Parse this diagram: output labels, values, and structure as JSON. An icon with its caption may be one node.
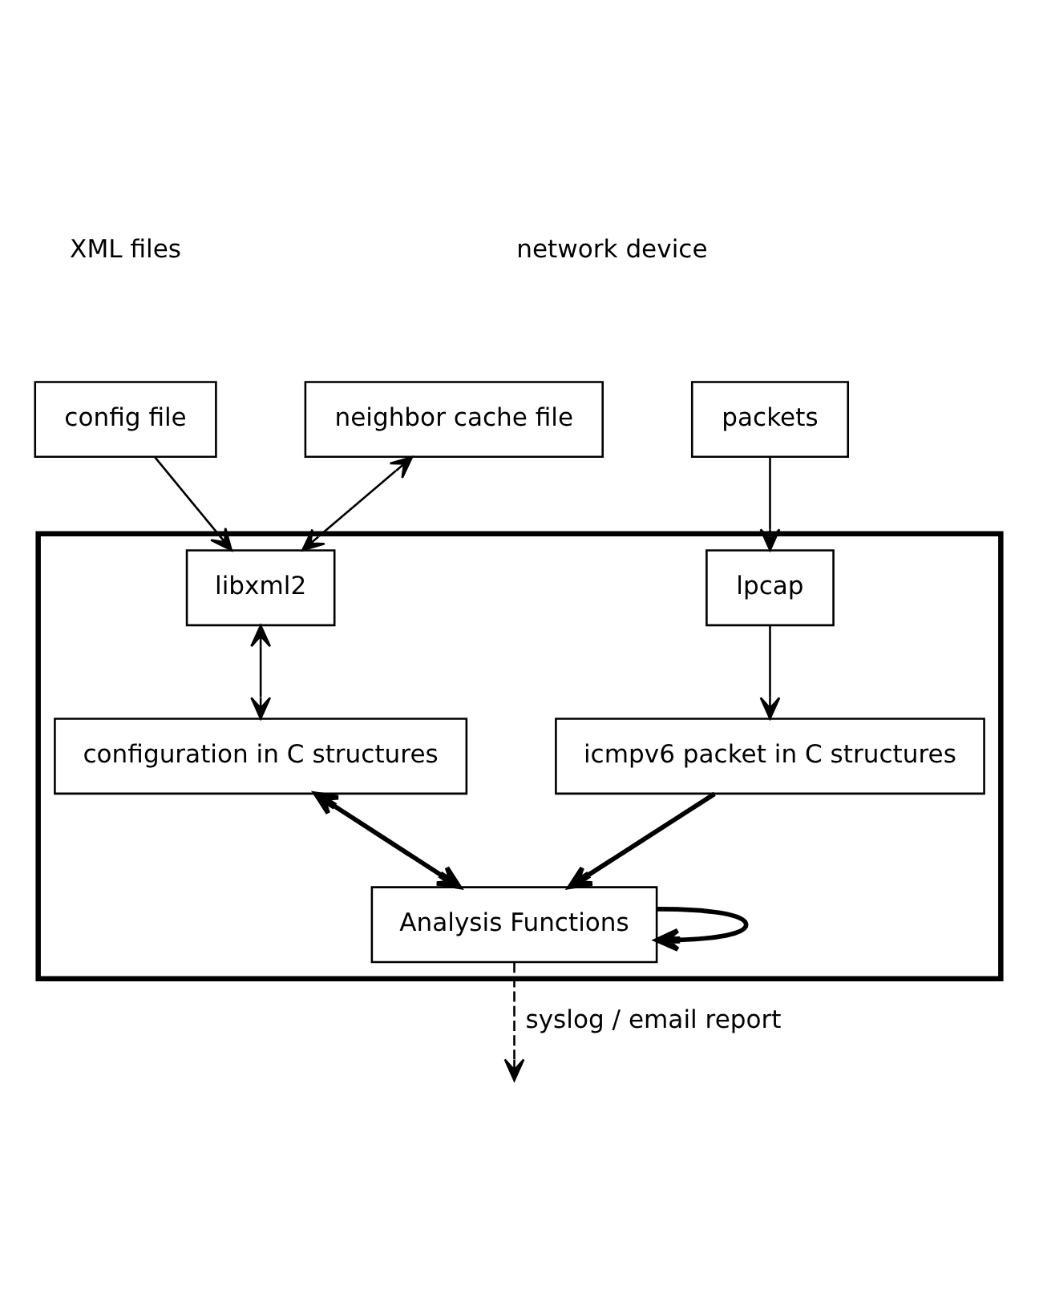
{
  "diagram": {
    "nodes": [
      {
        "text": [],
        "shape": "box"
      },
      {
        "text": [
          "config file"
        ]
      },
      {
        "text": [
          "neighbor cache file"
        ]
      },
      {
        "text": [
          "packets"
        ]
      },
      {
        "text": [
          "libxml2"
        ],
        "in": 0
      },
      {
        "text": [
          "lpcap"
        ],
        "in": 0
      },
      {
        "text": [
          "configuration in C structures"
        ],
        "in": 0
      },
      {
        "text": [
          "icmpv6 packet in C structures"
        ],
        "in": 0
      },
      {
        "text": [
          "Analysis Functions"
        ],
        "in": 0
      }
    ],
    "edges": [
      {
        "from": 1,
        "to": 4,
        "arrow": "to"
      },
      {
        "from": 2,
        "to": 4,
        "arrow": "both"
      },
      {
        "from": 3,
        "to": 5,
        "arrow": "to"
      },
      {
        "from": 4,
        "to": 6,
        "arrow": "both"
      },
      {
        "from": 5,
        "to": 7,
        "arrow": "to"
      },
      {
        "from": 6,
        "to": 8,
        "arrow": "both",
        "style": "thick"
      },
      {
        "from": 7,
        "to": 8,
        "arrow": "to",
        "style": "thick"
      },
      {
        "from": 8,
        "to": 8,
        "arrow": "to",
        "style": "thick"
      },
      {
        "from": 8,
        "to": null,
        "arrow": "to",
        "style": "dashed",
        "label": "syslog / email report"
      }
    ],
    "labels": [
      "XML files",
      "network device"
    ]
  }
}
